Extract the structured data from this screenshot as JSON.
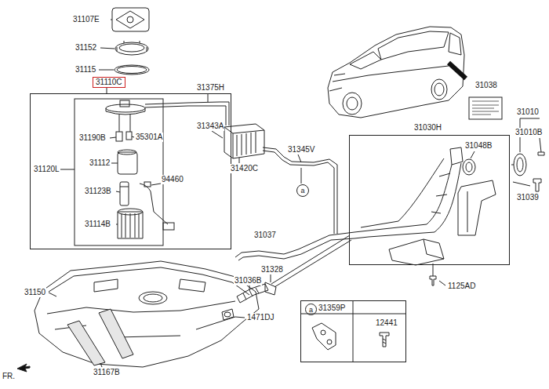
{
  "diagram": {
    "nodes": [
      {
        "text": [
          "31110C"
        ]
      },
      {
        "text": [
          "a"
        ]
      },
      {
        "text": [
          "31030H"
        ]
      },
      {
        "text": [
          "31359P",
          "12441"
        ]
      },
      {
        "text": [
          "a"
        ],
        "in": 3
      }
    ],
    "labels": [
      "31107E",
      "31152",
      "31115",
      "31375H",
      "31343A",
      "31190B",
      "35301A",
      "31112",
      "31123B",
      "31114B",
      "94460",
      "31120L",
      "31420C",
      "31345V",
      "31038",
      "31010",
      "31010B",
      "31048B",
      "31039",
      "31037",
      "31328",
      "31036B",
      "1471DJ",
      "31150",
      "31167B",
      "1125AD",
      "FR."
    ]
  }
}
